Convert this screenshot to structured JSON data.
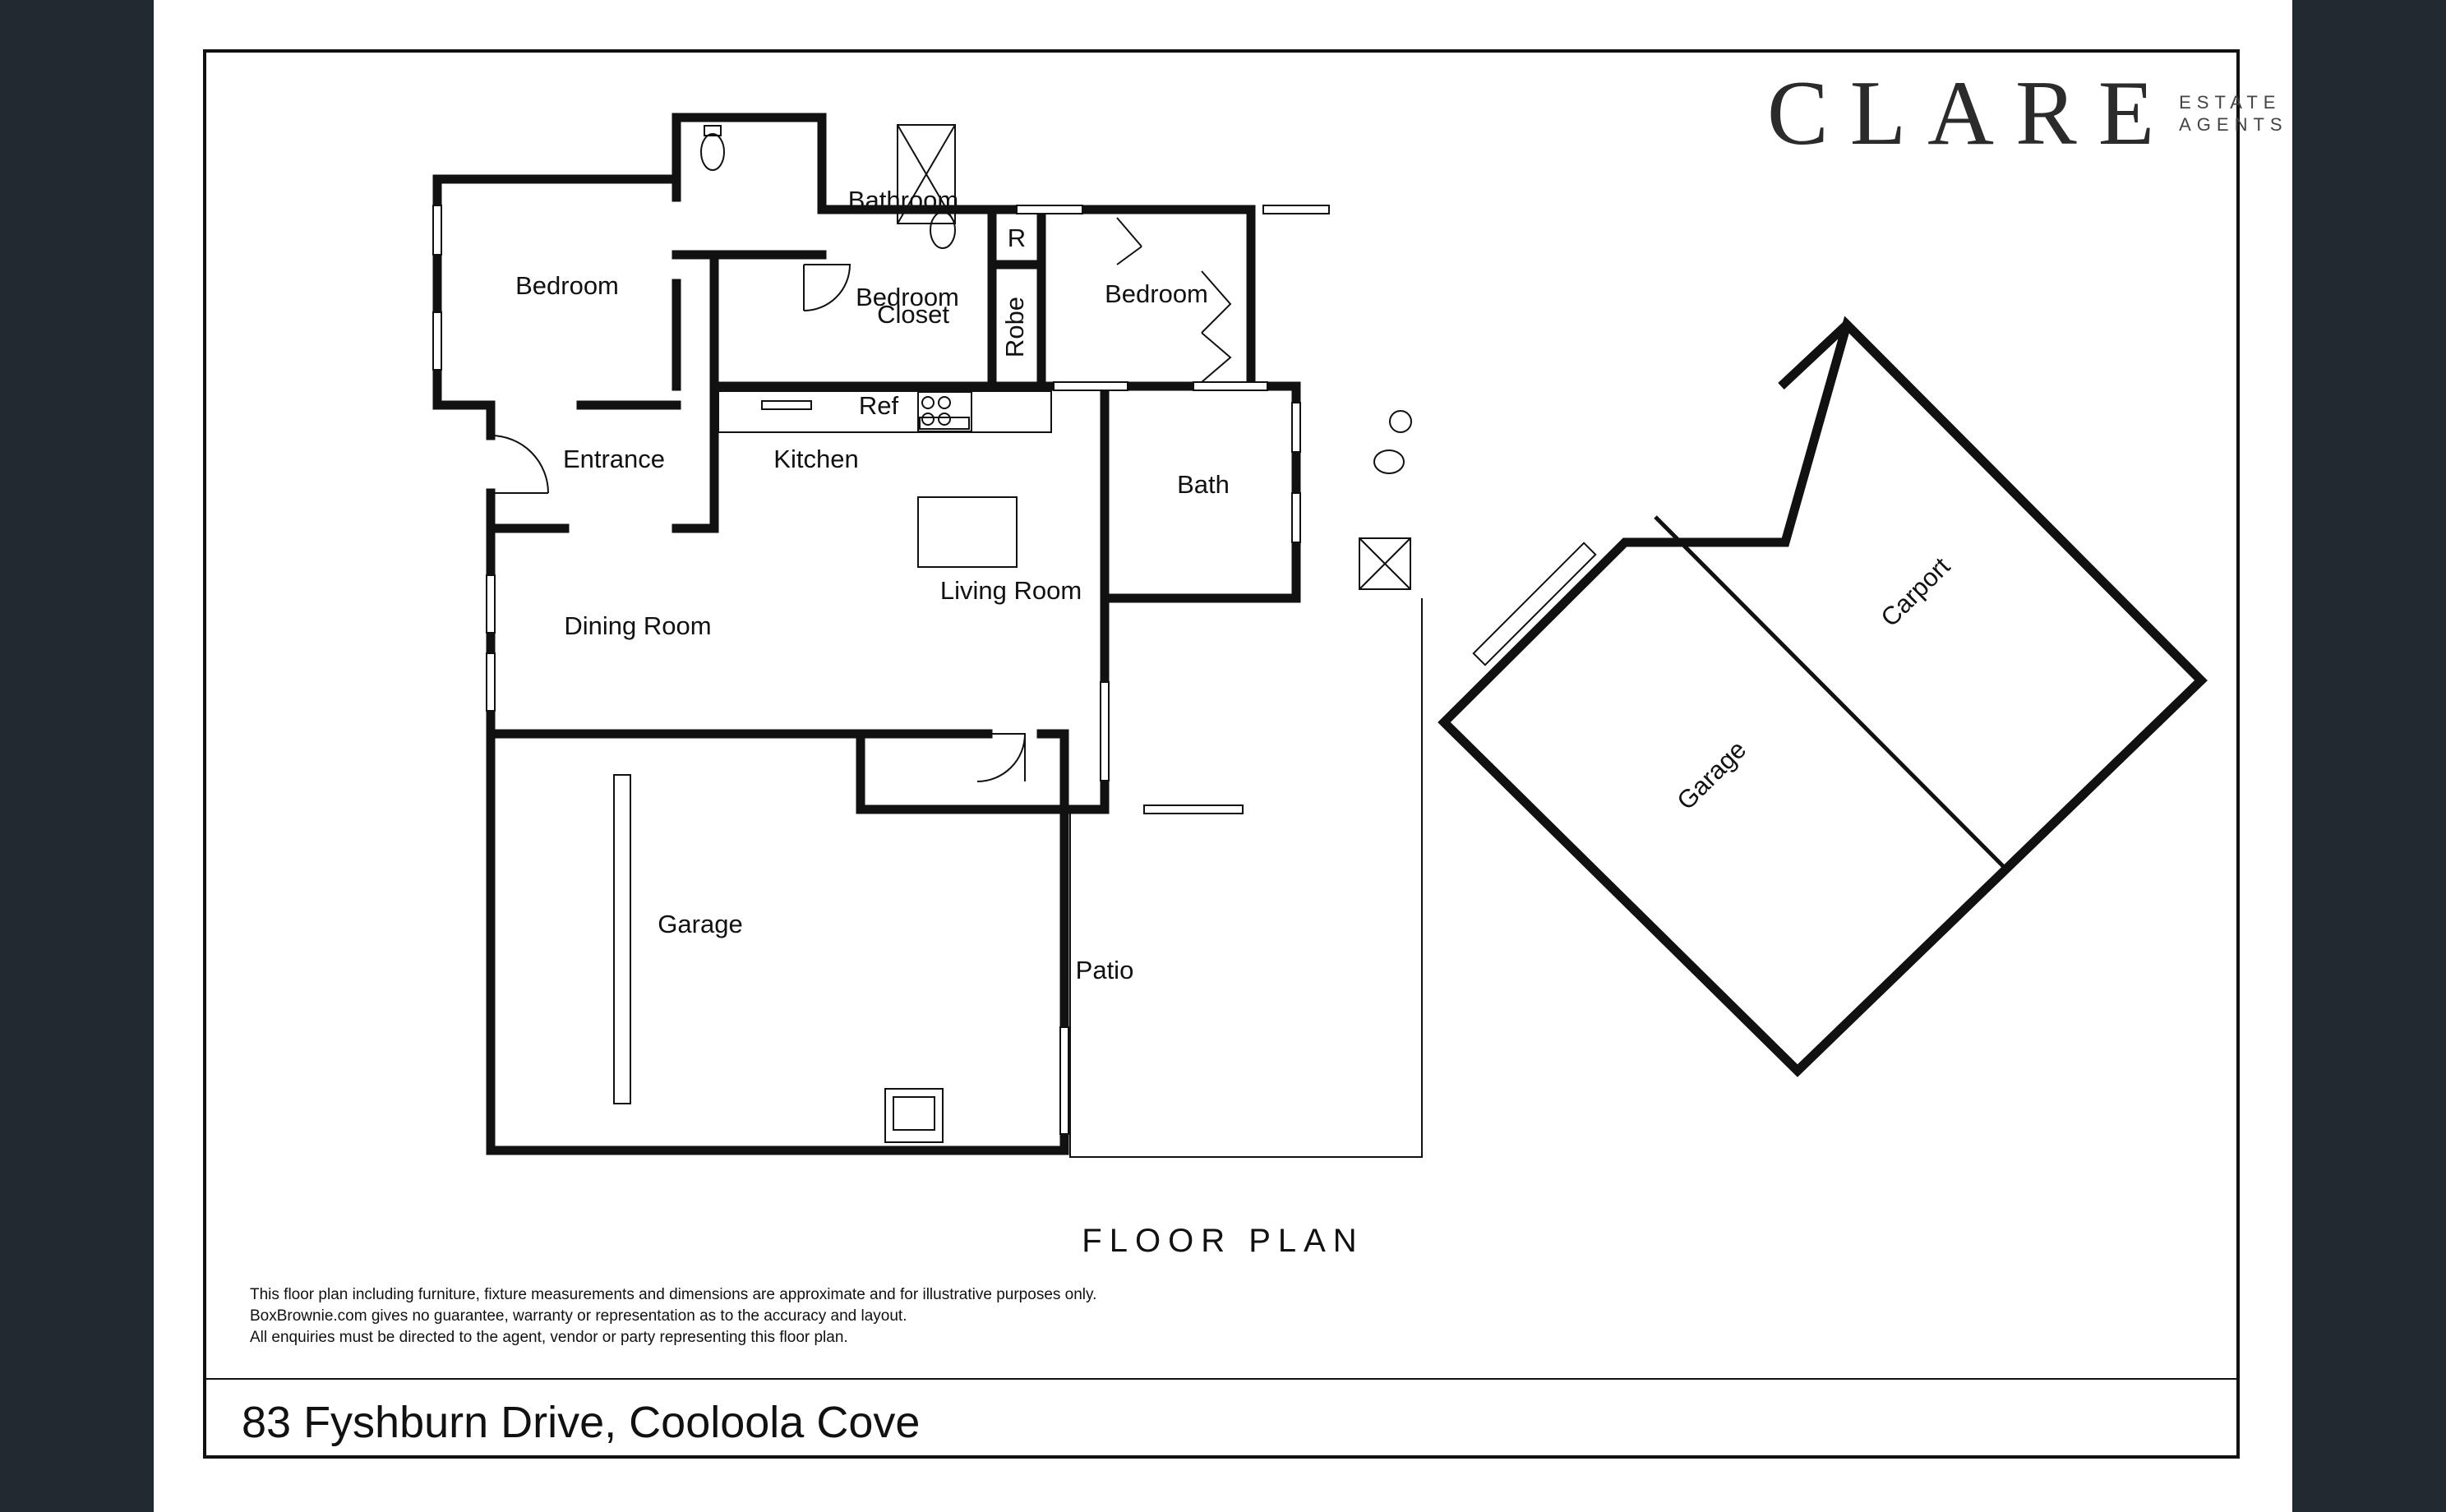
{
  "brand": {
    "name": "CLARE",
    "sub_line1": "ESTATE",
    "sub_line2": "AGENTS"
  },
  "rooms": {
    "bathroom": "Bathroom",
    "bedroom_left": "Bedroom",
    "closet": "Closet",
    "bedroom_mid": "Bedroom",
    "r": "R",
    "robe": "Robe",
    "bedroom_right": "Bedroom",
    "ref": "Ref",
    "entrance": "Entrance",
    "kitchen": "Kitchen",
    "bath": "Bath",
    "living_room": "Living Room",
    "dining_room": "Dining Room",
    "garage": "Garage",
    "patio": "Patio"
  },
  "outbuilding": {
    "carport": "Carport",
    "garage": "Garage"
  },
  "title": "FLOOR PLAN",
  "disclaimer": [
    "This floor plan including furniture, fixture measurements and dimensions are approximate and for illustrative purposes only.",
    "BoxBrownie.com gives no guarantee, warranty or representation as to the accuracy and layout.",
    "All enquiries must be directed to the agent, vendor or party representing this floor plan."
  ],
  "address": "83 Fyshburn Drive, Cooloola Cove"
}
